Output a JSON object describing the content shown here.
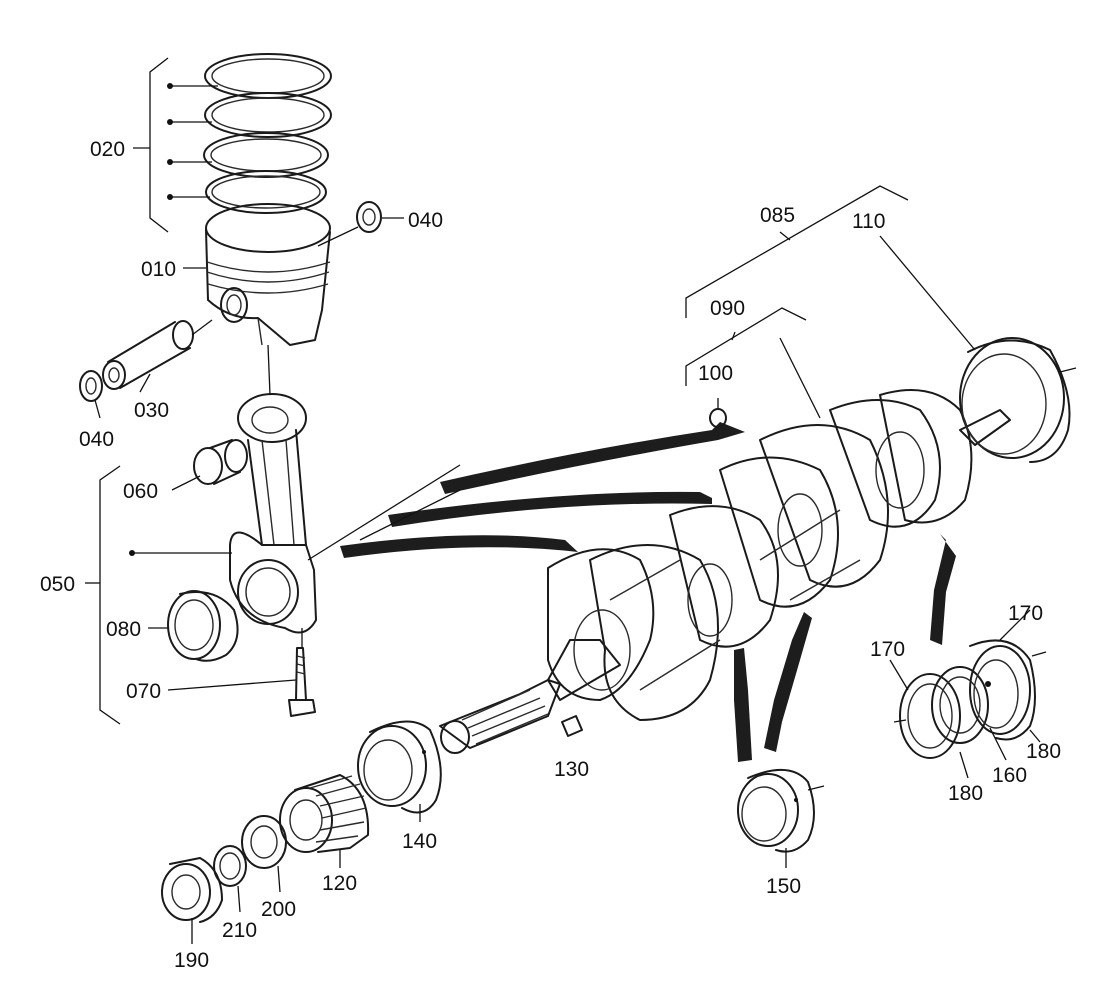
{
  "diagram": {
    "labels": {
      "l020": "020",
      "l040a": "040",
      "l010": "010",
      "l030": "030",
      "l040b": "040",
      "l060": "060",
      "l050": "050",
      "l080": "080",
      "l070": "070",
      "l085": "085",
      "l110": "110",
      "l090": "090",
      "l100": "100",
      "l130": "130",
      "l140": "140",
      "l120": "120",
      "l200": "200",
      "l210": "210",
      "l190": "190",
      "l150": "150",
      "l170a": "170",
      "l170b": "170",
      "l180a": "180",
      "l180b": "180",
      "l160": "160"
    },
    "icons": [
      "piston-ring",
      "piston",
      "piston-pin",
      "circlip",
      "connecting-rod",
      "small-end-bushing",
      "big-end-bearing",
      "rod-bolt",
      "crankshaft",
      "main-bearing",
      "thrust-washer",
      "crank-gear",
      "seal",
      "collar"
    ]
  }
}
